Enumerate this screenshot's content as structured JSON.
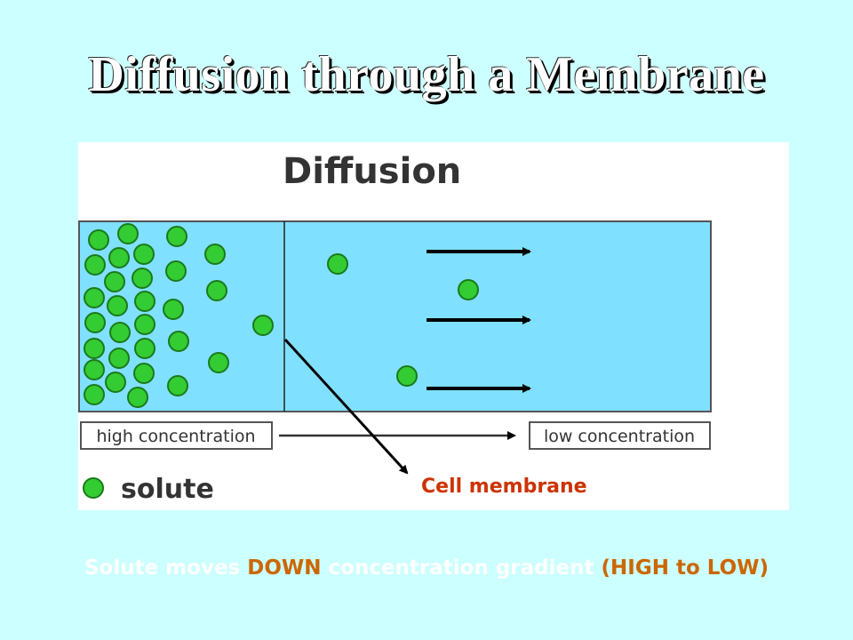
{
  "slide": {
    "title": "Diffusion through a Membrane"
  },
  "diagram": {
    "heading": "Diffusion",
    "high_label": "high concentration",
    "low_label": "low concentration",
    "legend_label": "solute",
    "membrane_label": "Cell membrane",
    "colors": {
      "container_fill": "#80e0ff",
      "solute_fill": "#33cc33",
      "solute_stroke": "#1a7a1a",
      "membrane_label": "#cc3300",
      "arrows": "#000000"
    }
  },
  "caption": {
    "part1": "Solute moves ",
    "part2": "DOWN",
    "part3": " concentration gradient ",
    "part4": "(HIGH to LOW)"
  }
}
